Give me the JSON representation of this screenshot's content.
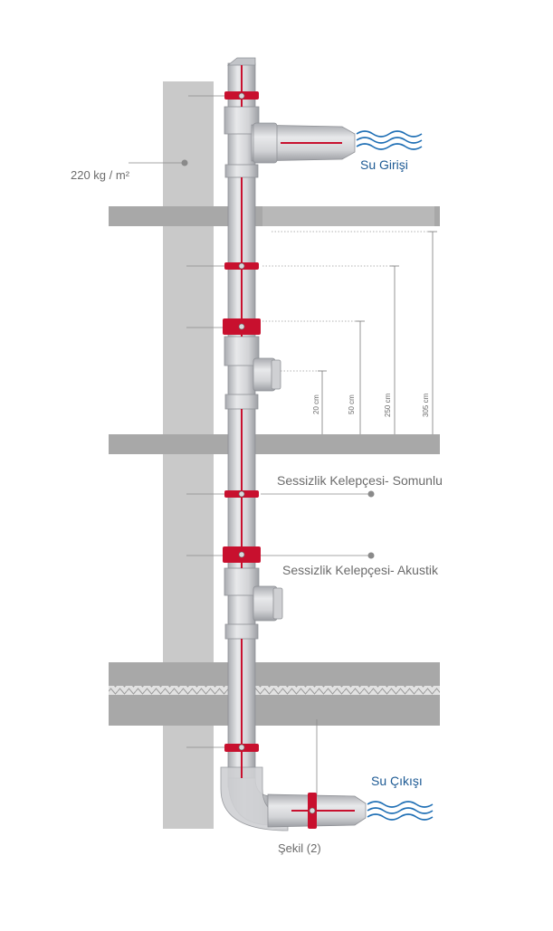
{
  "labels": {
    "load": "220 kg / m²",
    "water_inlet": "Su Girişi",
    "water_outlet": "Su Çıkışı",
    "clamp_nut": "Sessizlik Kelepçesi- Somunlu",
    "clamp_acoustic": "Sessizlik Kelepçesi- Akustik",
    "figure": "Şekil (2)"
  },
  "dimensions": [
    "20 cm",
    "50 cm",
    "250 cm",
    "305 cm"
  ],
  "colors": {
    "wall": "#c9c9c9",
    "slab": "#a8a8a8",
    "pipe": "#d9dadc",
    "pipe_dark": "#b7b9bd",
    "clamp": "#c8102e",
    "water": "#1f6fb5",
    "text": "#6b6b6b",
    "text_blue": "#1d5a94"
  }
}
